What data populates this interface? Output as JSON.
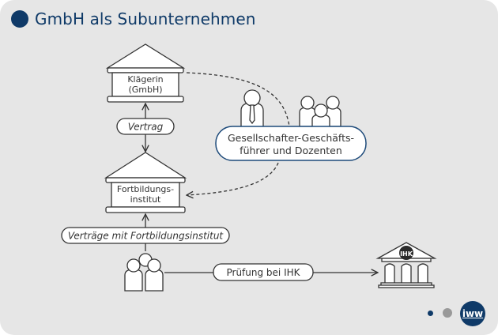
{
  "title": "GmbH als Subunternehmen",
  "nodes": {
    "klaegerin": {
      "line1": "Klägerin",
      "line2": "(GmbH)"
    },
    "institut": {
      "line1": "Fortbildungs-",
      "line2": "institut"
    },
    "gesellschafter": {
      "line1": "Gesellschafter-Geschäfts-",
      "line2": "führer und Dozenten"
    },
    "ihk_building": {
      "badge": "IHK"
    }
  },
  "labels": {
    "vertrag": "Vertrag",
    "vertraege": "Verträge mit Fortbildungsinstitut",
    "pruefung": "Prüfung bei IHK"
  },
  "brand": {
    "logo_text": "iww"
  },
  "colors": {
    "accent": "#0f3a68",
    "background": "#e6e6e6",
    "line": "#333333"
  }
}
